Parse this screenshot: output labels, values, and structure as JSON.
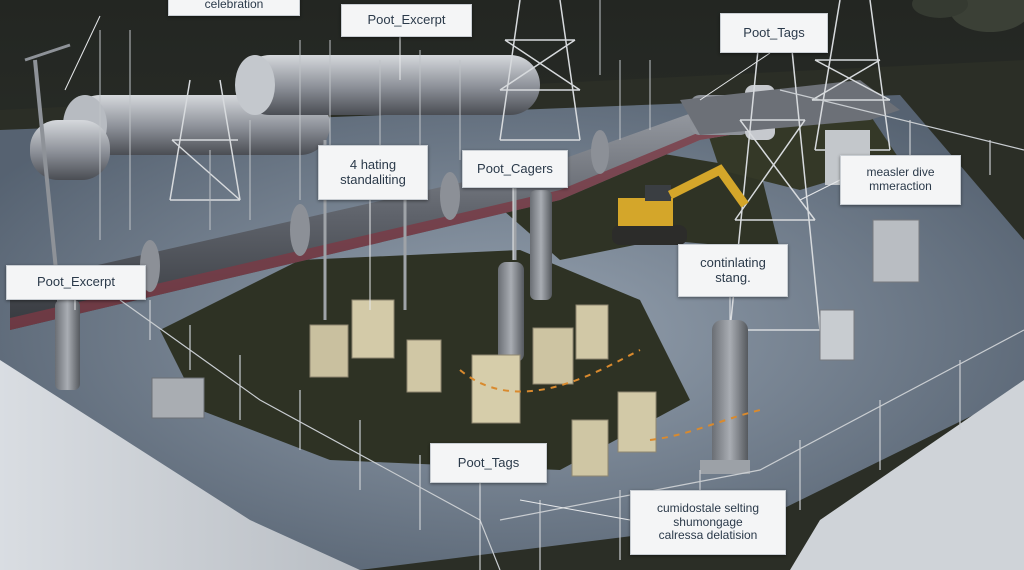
{
  "callouts": [
    {
      "id": "top-clip",
      "text": "celebration"
    },
    {
      "id": "post-excerpt-top",
      "text": "Poot_Excerpt"
    },
    {
      "id": "post-tags-top-right",
      "text": "Poot_Tags"
    },
    {
      "id": "heating-standing",
      "text": "4 hating\nstandaliting"
    },
    {
      "id": "post-catgers",
      "text": "Poot_Cagers"
    },
    {
      "id": "measler-drive",
      "text": "measler dive\nmmeraction"
    },
    {
      "id": "post-excerpt-left",
      "text": "Poot_Excerpt"
    },
    {
      "id": "controlling-storage",
      "text": "continlating\nstang."
    },
    {
      "id": "post-tags-bottom",
      "text": "Poot_Tags"
    },
    {
      "id": "completing-simulation",
      "text": "cumidostale selting\nshumongage\ncalressa delatision"
    }
  ],
  "colors": {
    "grass": "#2c2f22",
    "gravel": "#7f8da0",
    "pipe": "#5d6066",
    "pipe_stripe": "#7a3a45",
    "tower": "#cfd2d5",
    "cabinet": "#cbc2a3",
    "excavator": "#d4a62a",
    "callout_bg": "#f4f5f6",
    "callout_text": "#2b3a4a"
  }
}
